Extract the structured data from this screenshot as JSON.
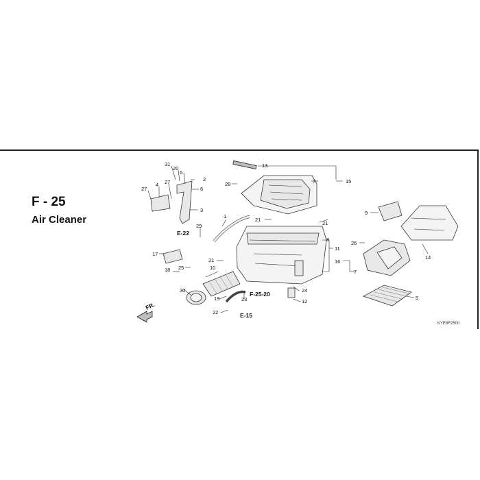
{
  "header": {
    "section_code": "F - 25",
    "section_title": "Air Cleaner"
  },
  "diagram": {
    "catalog_code": "KYE8F2500",
    "front_marker": "FR.",
    "refs": {
      "e22": "E-22",
      "f2520": "F-25-20",
      "e15": "E-15"
    },
    "callouts": {
      "c1": "1",
      "c2": "2",
      "c3": "3",
      "c4": "4",
      "c5": "5",
      "c6a": "6",
      "c6b": "6",
      "c7a": "7",
      "c7b": "7",
      "c8": "8",
      "c9": "9",
      "c10": "10",
      "c11": "11",
      "c12": "12",
      "c13": "13",
      "c14": "14",
      "c15": "15",
      "c16": "16",
      "c17": "17",
      "c18": "18",
      "c19": "19",
      "c20": "20",
      "c21a": "21",
      "c21b": "21",
      "c21c": "21",
      "c22": "22",
      "c23": "23",
      "c24": "24",
      "c25": "25",
      "c26": "26",
      "c27a": "27",
      "c27b": "27",
      "c28": "28",
      "c29": "29",
      "c30": "30",
      "c31": "31"
    }
  }
}
